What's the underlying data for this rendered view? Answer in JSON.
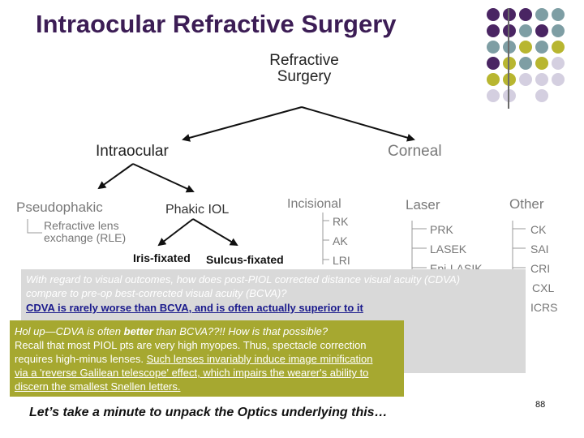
{
  "title": "Intraocular Refractive Surgery",
  "root": {
    "line1": "Refractive",
    "line2": "Surgery"
  },
  "level1": {
    "intraocular": "Intraocular",
    "corneal": "Corneal"
  },
  "intraocular_children": {
    "pseudophakic": "Pseudophakic",
    "rle_line1": "Refractive lens",
    "rle_line2": "exchange (RLE)",
    "phakic_iol": "Phakic IOL",
    "iris_fixated": "Iris-fixated",
    "sulcus_fixated": "Sulcus-fixated"
  },
  "corneal_children": {
    "incisional": {
      "label": "Incisional",
      "items": [
        "RK",
        "AK",
        "LRI"
      ]
    },
    "laser": {
      "label": "Laser",
      "items": [
        "PRK",
        "LASEK",
        "Epi-LASIK"
      ]
    },
    "other": {
      "label": "Other",
      "items": [
        "CK",
        "SAI",
        "CRI",
        "CXL",
        "ICRS"
      ]
    }
  },
  "question_box": {
    "question_line1": "With regard to visual outcomes, how does post-PIOL corrected distance visual acuity (CDVA)",
    "question_line2": "compare to pre-op best-corrected visual acuity (BCVA)?",
    "answer": "CDVA is rarely worse than BCVA, and is often actually superior to it"
  },
  "explanation_box": {
    "intro_pre": "Hol up—CDVA is often ",
    "intro_bold": "better",
    "intro_post": " than BCVA??!! How is that possible?",
    "line2": "Recall that most PIOL pts are very high myopes. Thus, spectacle correction",
    "line3_pre": "requires high-minus lenses. ",
    "line3_ul": "Such lenses invariably induce image minification",
    "line4": "via a 'reverse Galilean telescope' effect, which impairs the wearer's ability to",
    "line5": "discern the smallest Snellen letters."
  },
  "footer": "Let’s take a minute to unpack the Optics underlying this…",
  "page_number": "88",
  "colors": {
    "purple": "#4a2563",
    "teal": "#7e9ea4",
    "olive": "#b8b630",
    "lavender": "#d4cfe0",
    "title": "#3c1d55"
  },
  "dot_grid": [
    [
      "purple",
      "purple",
      "purple",
      "teal",
      "teal"
    ],
    [
      "purple",
      "purple",
      "teal",
      "purple",
      "teal"
    ],
    [
      "teal",
      "teal",
      "olive",
      "teal",
      "olive"
    ],
    [
      "purple",
      "olive",
      "teal",
      "olive",
      "lavender"
    ],
    [
      "olive",
      "olive",
      "lavender",
      "lavender",
      "lavender"
    ],
    [
      "lavender",
      "lavender",
      "",
      "lavender",
      ""
    ]
  ]
}
